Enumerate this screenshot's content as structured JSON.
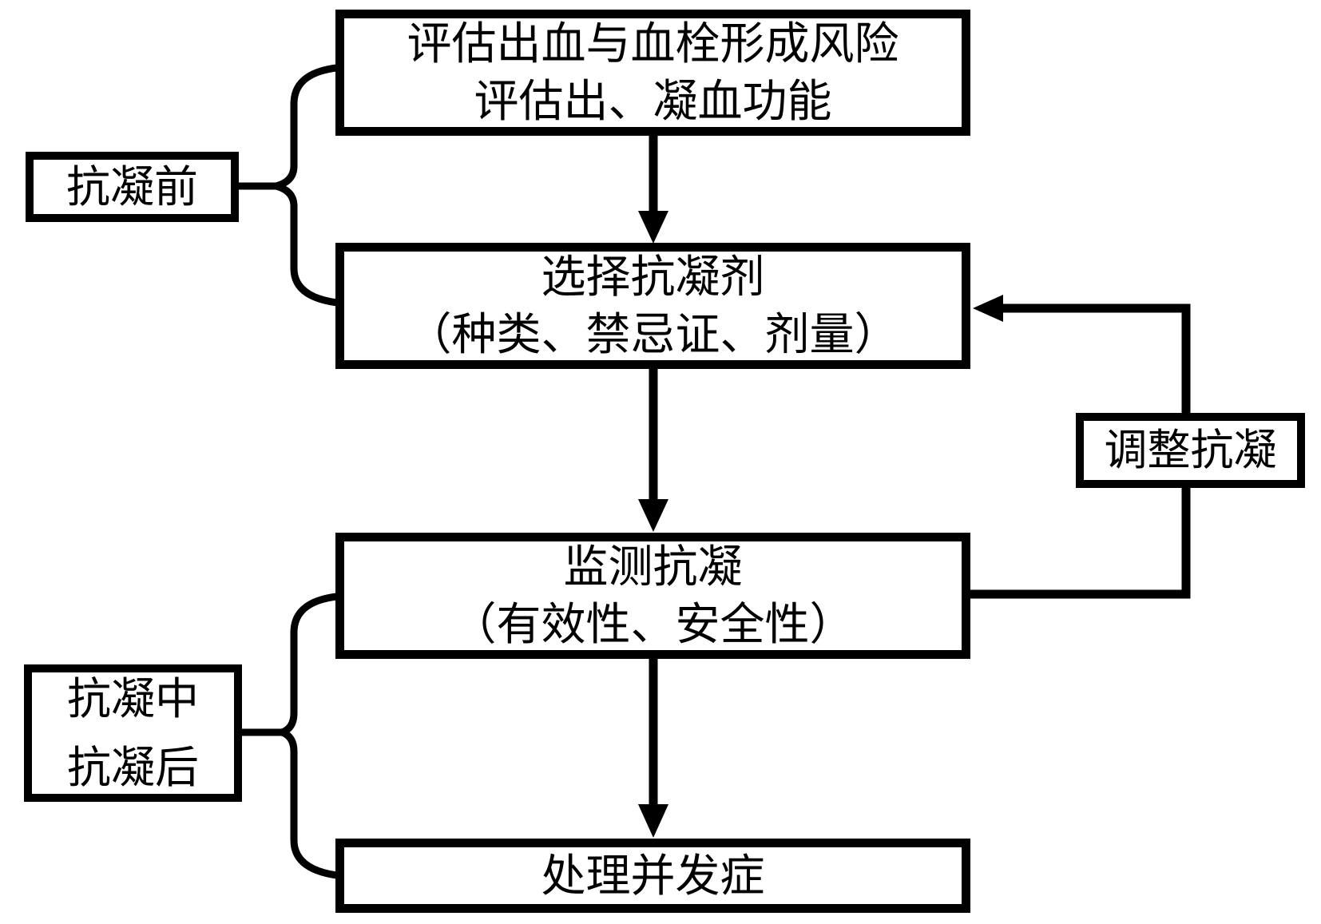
{
  "diagram": {
    "title": "anticoagulation-management-flowchart",
    "colors": {
      "line": "#000000",
      "text": "#000000",
      "background": "#ffffff"
    },
    "nodes": {
      "assess": {
        "line1": "评估出血与血栓形成风险",
        "line2": "评估出、凝血功能"
      },
      "select": {
        "line1": "选择抗凝剂",
        "line2": "（种类、禁忌证、剂量）"
      },
      "monitor": {
        "line1": "监测抗凝",
        "line2": "（有效性、安全性）"
      },
      "handle": {
        "line1": "处理并发症"
      },
      "pre": {
        "line1": "抗凝前"
      },
      "during_after": {
        "line1": "抗凝中",
        "line2": "抗凝后"
      },
      "adjust": {
        "line1": "调整抗凝"
      }
    }
  }
}
